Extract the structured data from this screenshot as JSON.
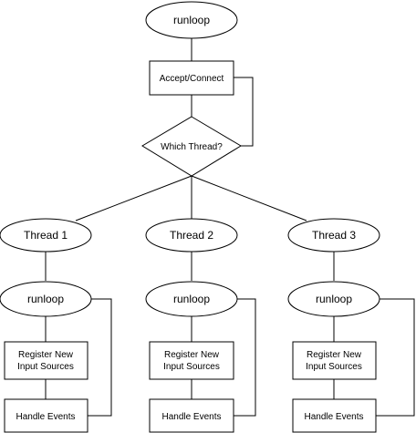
{
  "diagram": {
    "root": {
      "label": "runloop"
    },
    "accept": {
      "label": "Accept/Connect"
    },
    "decision": {
      "label": "Which Thread?"
    },
    "threads": [
      {
        "label": "Thread 1",
        "runloop": "runloop",
        "register": [
          "Register New",
          "Input Sources"
        ],
        "handle": "Handle Events"
      },
      {
        "label": "Thread 2",
        "runloop": "runloop",
        "register": [
          "Register New",
          "Input Sources"
        ],
        "handle": "Handle Events"
      },
      {
        "label": "Thread 3",
        "runloop": "runloop",
        "register": [
          "Register New",
          "Input Sources"
        ],
        "handle": "Handle Events"
      }
    ]
  }
}
